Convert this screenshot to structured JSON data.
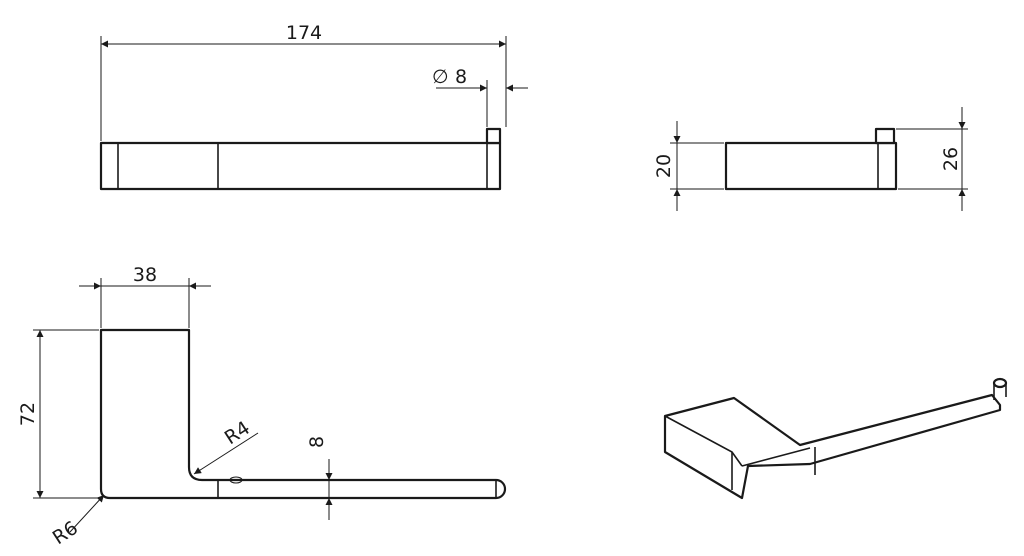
{
  "dimensions": {
    "overall_length": "174",
    "rod_diameter": "8",
    "diameter_symbol": "∅",
    "body_height": "20",
    "total_height": "26",
    "width": "38",
    "depth": "72",
    "inner_radius": "R4",
    "outer_radius": "R6",
    "rod_height": "8"
  }
}
